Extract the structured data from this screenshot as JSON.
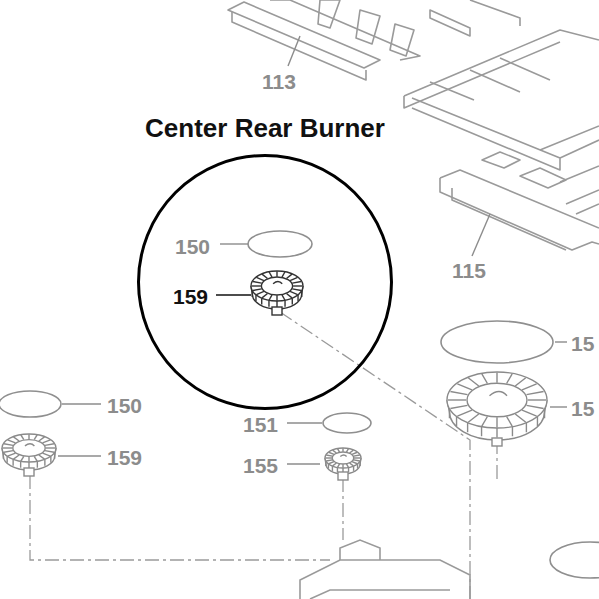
{
  "diagram": {
    "nodes": [
      {
        "text": [
          "Center Rear Burner"
        ]
      }
    ],
    "labels": [
      "113",
      "115",
      "150",
      "159",
      "15",
      "150",
      "159",
      "151",
      "155",
      "15"
    ]
  }
}
